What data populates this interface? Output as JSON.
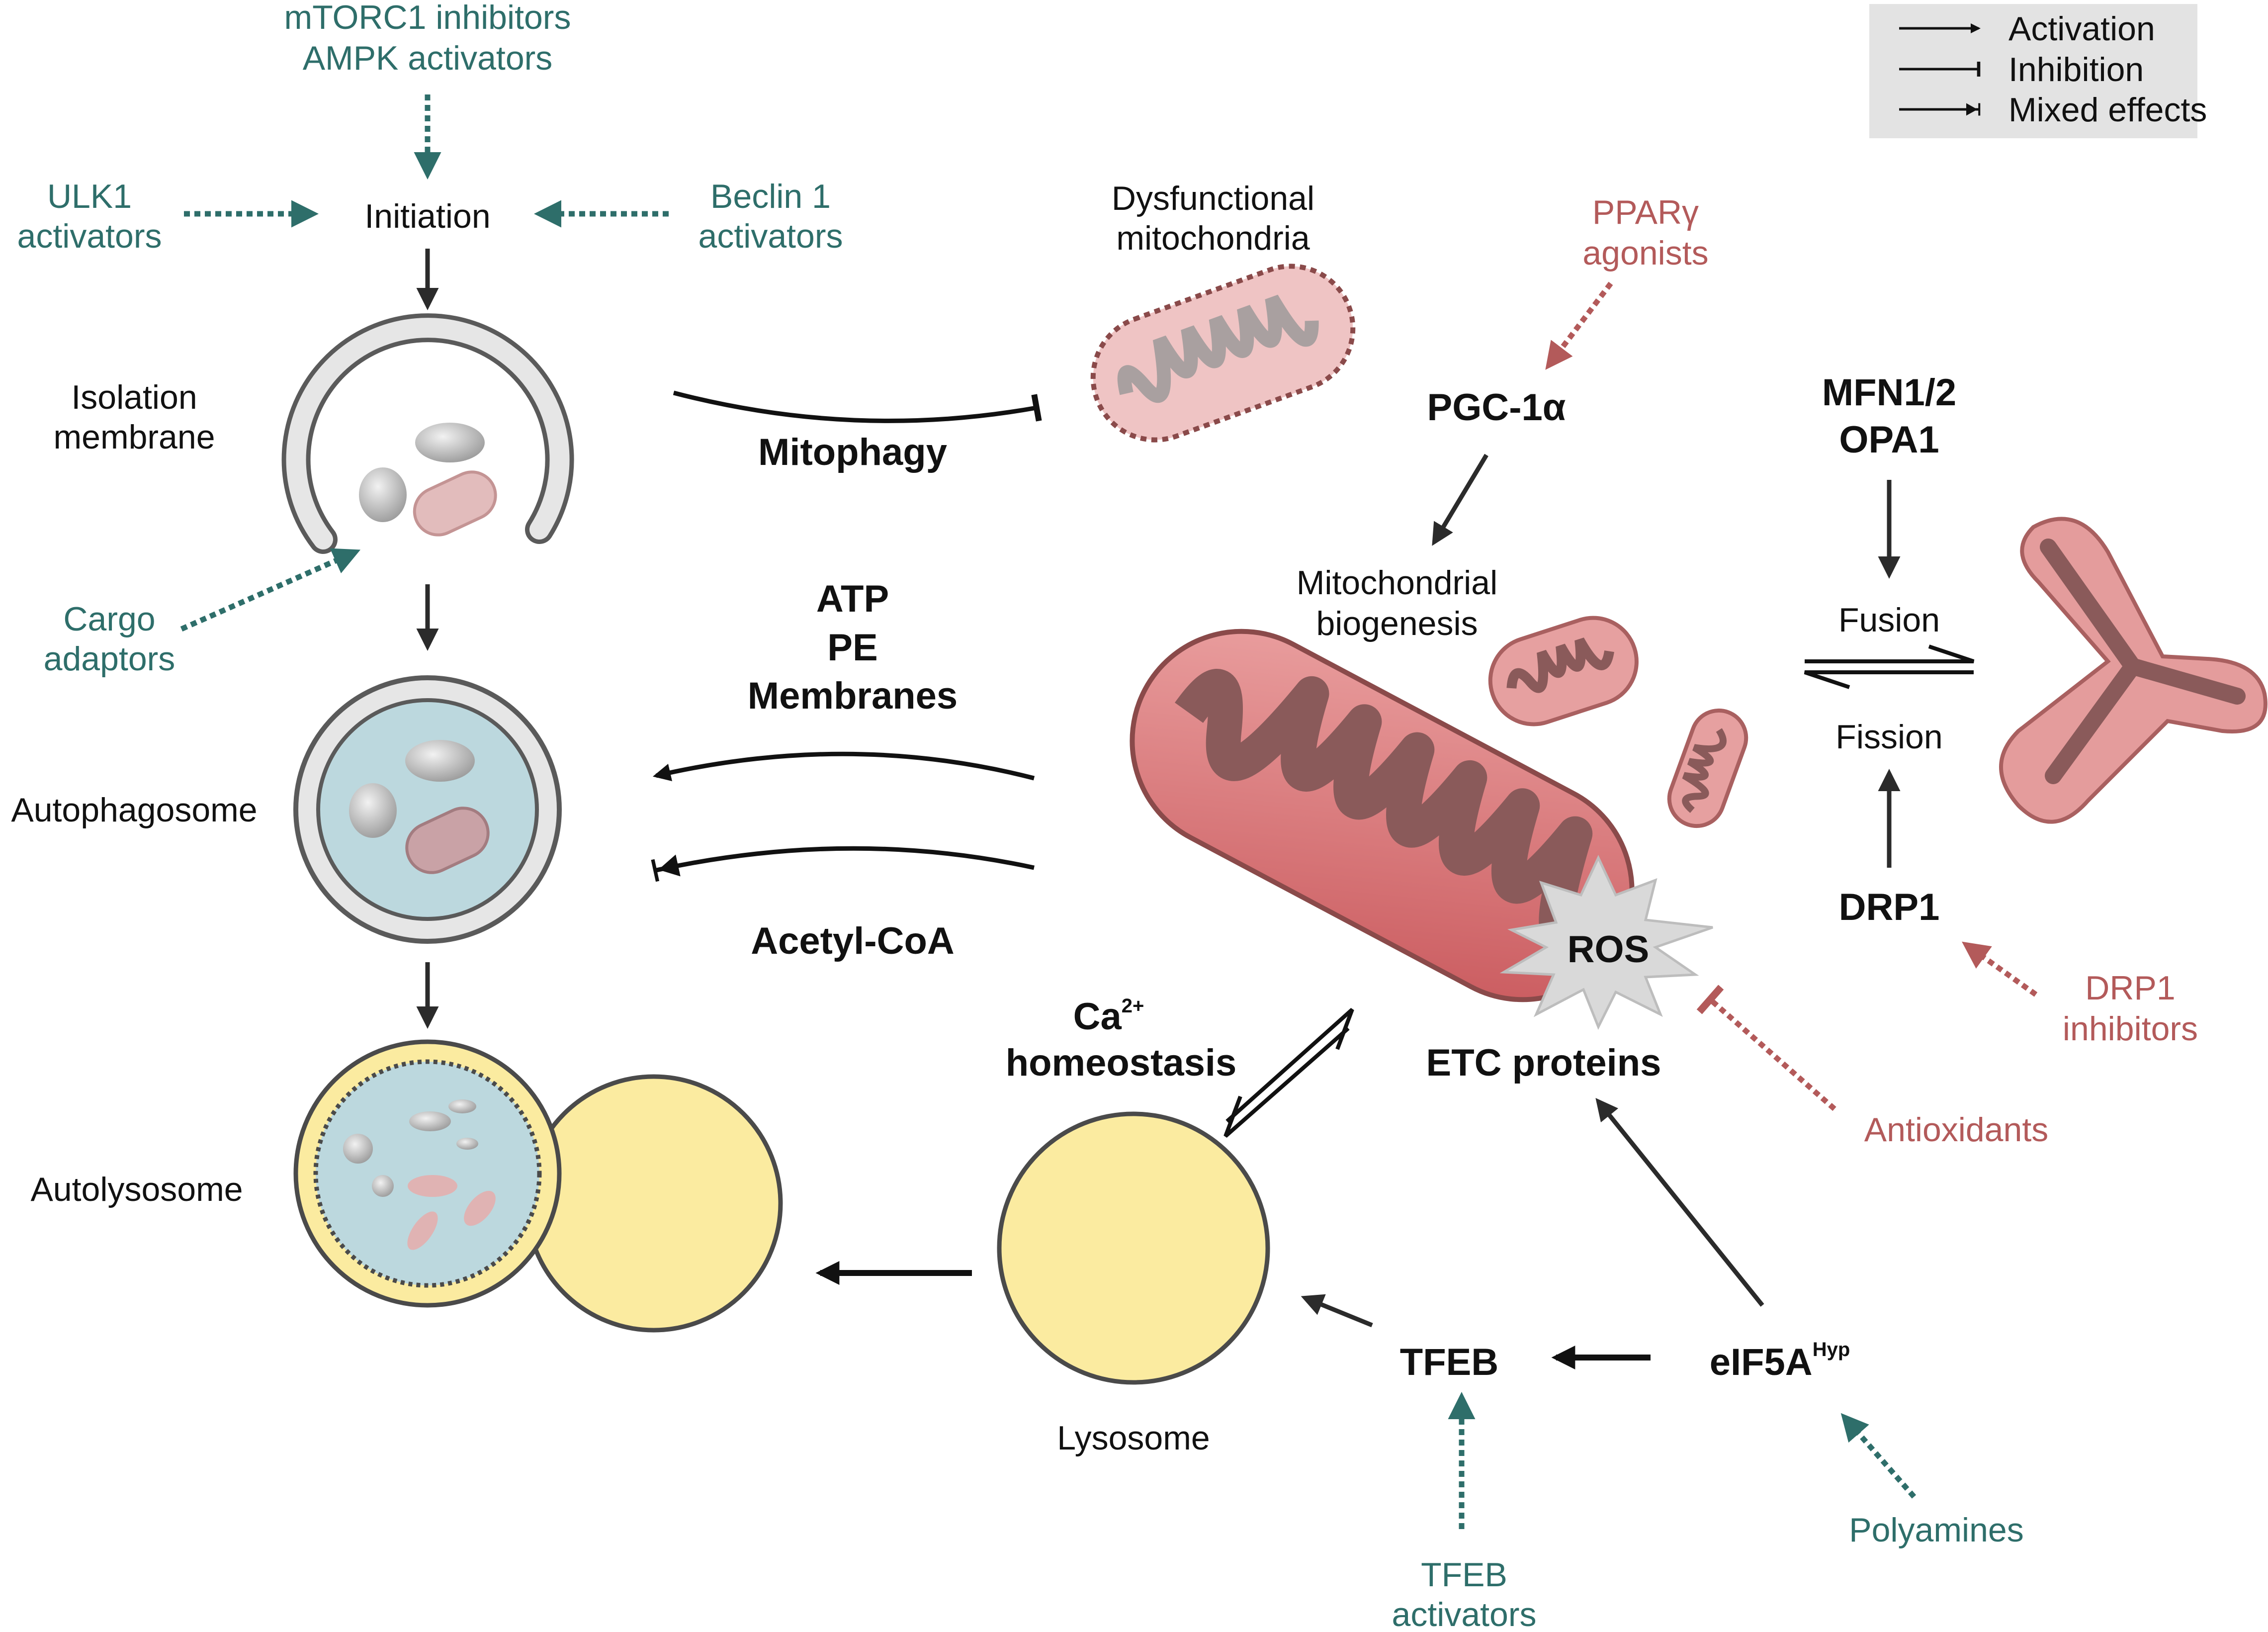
{
  "legend": {
    "activation": "Activation",
    "inhibition": "Inhibition",
    "mixed": "Mixed effects"
  },
  "autophagy": {
    "initiation": "Initiation",
    "isolation_membrane": [
      "Isolation",
      "membrane"
    ],
    "autophagosome": "Autophagosome",
    "autolysosome": "Autolysosome",
    "lysosome": "Lysosome"
  },
  "modulators": {
    "mtorc1": [
      "mTORC1 inhibitors",
      "AMPK activators"
    ],
    "ulk1": [
      "ULK1",
      "activators"
    ],
    "beclin": [
      "Beclin 1",
      "activators"
    ],
    "cargo": [
      "Cargo",
      "adaptors"
    ],
    "ppar": [
      "PPARγ",
      "agonists"
    ],
    "drp1_inhibitors": [
      "DRP1",
      "inhibitors"
    ],
    "antioxidants": "Antioxidants",
    "polyamines": "Polyamines",
    "tfeb_activators": [
      "TFEB",
      "activators"
    ]
  },
  "links": {
    "mitophagy": "Mitophagy",
    "atp_pe": [
      "ATP",
      "PE",
      "Membranes"
    ],
    "acetyl_coa": "Acetyl-CoA",
    "ca": "Ca",
    "ca_sup": "2+",
    "homeostasis": "homeostasis"
  },
  "mito": {
    "dysfunctional": [
      "Dysfunctional",
      "mitochondria"
    ],
    "pgc": "PGC-1α",
    "biogenesis": [
      "Mitochondrial",
      "biogenesis"
    ],
    "mfn": [
      "MFN1/2",
      "OPA1"
    ],
    "fusion": "Fusion",
    "fission": "Fission",
    "drp1": "DRP1",
    "ros": "ROS",
    "etc": "ETC proteins",
    "tfeb": "TFEB",
    "eif5a": "eIF5A",
    "eif5a_sup": "Hyp"
  },
  "colors": {
    "teal": "#2e6e6a",
    "red": "#b35a5a",
    "mito_fill": "#d9787a",
    "mito_inner": "#8a5a5a",
    "lysosome": "#fbeba0",
    "autophagosome": "#bcd8de",
    "legend_bg": "#e3e3e3"
  }
}
